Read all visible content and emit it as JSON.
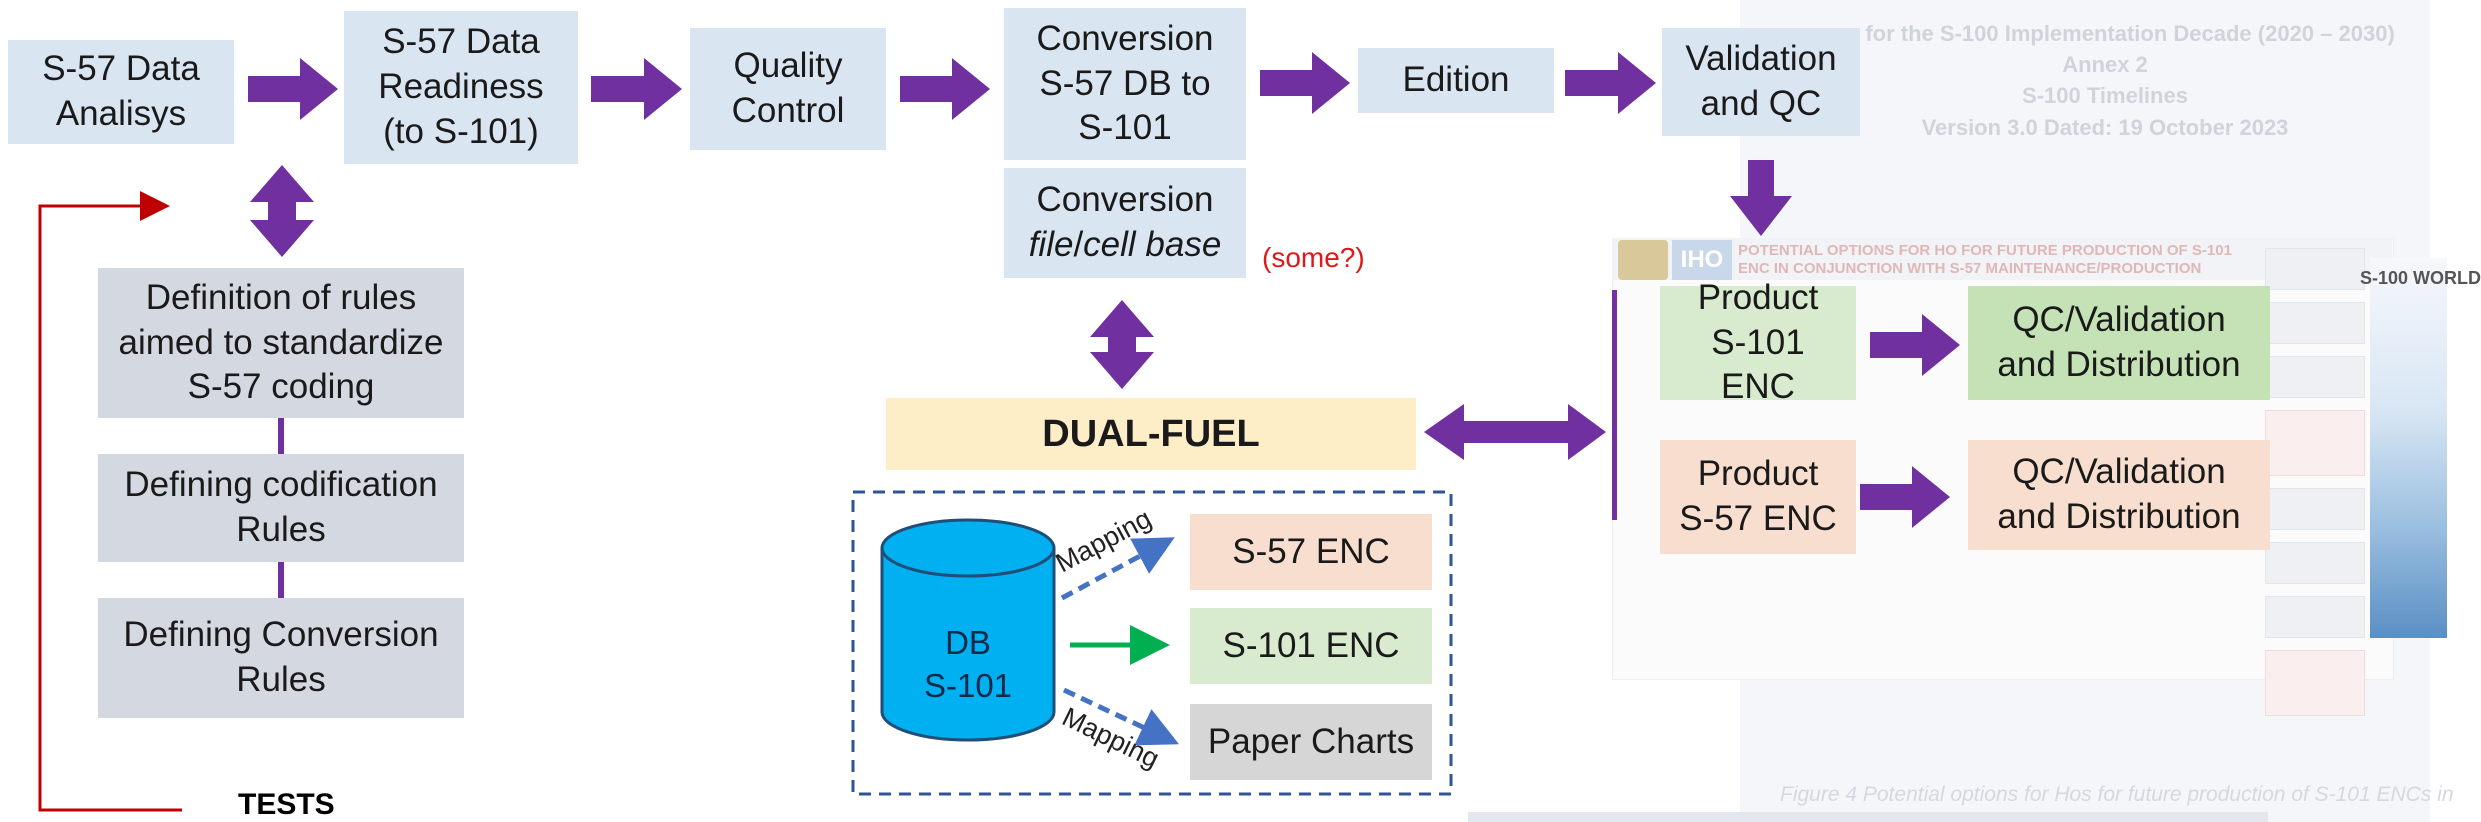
{
  "top_row": {
    "s57_analysis": [
      "S-57 Data",
      "Analisys"
    ],
    "data_readiness": [
      "S-57 Data",
      "Readiness",
      "(to S-101)"
    ],
    "quality_control": [
      "Quality",
      "Control"
    ],
    "conversion_db": [
      "Conversion",
      "S-57 DB to",
      "S-101"
    ],
    "edition": "Edition",
    "validation_qc": [
      "Validation",
      "and QC"
    ]
  },
  "conversion_file": {
    "line1": "Conversion",
    "line2_italic_a": "file",
    "line2_sep": "/",
    "line2_italic_b": "cell base",
    "note": "(some?)"
  },
  "rules": {
    "definition": [
      "Definition of rules",
      "aimed to standardize",
      "S-57 coding"
    ],
    "codification": [
      "Defining codification",
      "Rules"
    ],
    "conversion": [
      "Defining Conversion",
      "Rules"
    ]
  },
  "tests_label": "TESTS",
  "dual_fuel": {
    "label": "DUAL-FUEL",
    "db": [
      "DB",
      "S-101"
    ],
    "mapping_top": "Mapping",
    "mapping_bottom": "Mapping",
    "outputs": [
      "S-57 ENC",
      "S-101 ENC",
      "Paper Charts"
    ]
  },
  "products": {
    "s101_product": [
      "Product",
      "S-101 ENC"
    ],
    "s101_qc": [
      "QC/Validation",
      "and Distribution"
    ],
    "s57_product": [
      "Product",
      "S-57 ENC"
    ],
    "s57_qc": [
      "QC/Validation",
      "and Distribution"
    ]
  },
  "background_doc": {
    "title_lines": [
      "...ap for the S-100 Implementation Decade (2020 – 2030)",
      "Annex 2",
      "S-100 Timelines",
      "Version 3.0 Dated: 19 October 2023"
    ],
    "caption": "Figure 4 Potential options for Hos for future production of S-101 ENCs in",
    "iho_badge": "IHO",
    "poster_heading": "POTENTIAL OPTIONS FOR HO FOR FUTURE PRODUCTION OF S-101 ENC IN CONJUNCTION WITH S-57 MAINTENANCE/PRODUCTION",
    "s100_world_badge": "S-100 WORLD"
  },
  "colors": {
    "arrow_purple": "#7030a0",
    "red_line": "#c00000",
    "box_blue": "#dae5f2",
    "box_grey": "#d4d8e0",
    "db_cylinder": "#00b0f0",
    "dashed_border": "#2f5597",
    "green_arrow": "#00b050"
  }
}
